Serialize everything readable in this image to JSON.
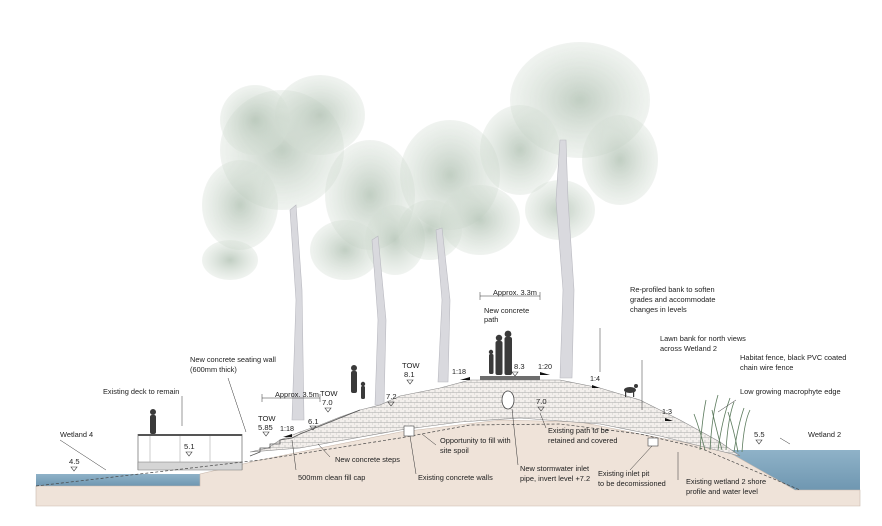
{
  "labels": {
    "wetland4": "Wetland 4",
    "wetland2": "Wetland 2",
    "existing_deck": "Existing deck to remain",
    "seating_wall_1": "New concrete seating wall",
    "seating_wall_2": "(600mm thick)",
    "approx_35": "Approx. 3.5m",
    "approx_33": "Approx. 3.3m",
    "new_path_1": "New concrete",
    "new_path_2": "path",
    "reprofiled_1": "Re-profiled bank to soften",
    "reprofiled_2": "grades and accommodate",
    "reprofiled_3": "changes in levels",
    "lawn_1": "Lawn bank for north views",
    "lawn_2": "across Wetland 2",
    "habitat_1": "Habitat fence, black PVC coated",
    "habitat_2": "chain wire fence",
    "macrophyte": "Low growing macrophyte edge",
    "clean_fill": "500mm clean fill cap",
    "new_steps": "New concrete steps",
    "existing_walls": "Existing concrete walls",
    "site_spoil_1": "Opportunity to fill with",
    "site_spoil_2": "site spoil",
    "stormwater_1": "New stormwater inlet",
    "stormwater_2": "pipe, invert level +7.2",
    "existing_path_1": "Existing path to be",
    "existing_path_2": "retained and covered",
    "inlet_pit_1": "Existing inlet pit",
    "inlet_pit_2": "to be decomissioned",
    "shore_1": "Existing wetland 2 shore",
    "shore_2": "profile and water level"
  },
  "levels": {
    "l45": "4.5",
    "l51": "5.1",
    "l585": "5.85",
    "tow": "TOW",
    "l61": "6.1",
    "l70a": "7.0",
    "l72": "7.2",
    "l81": "8.1",
    "l83": "8.3",
    "l70b": "7.0",
    "l55": "5.5"
  },
  "grades": {
    "g1": "1:18",
    "g2": "1:18",
    "g3": "1:20",
    "g4": "1:4",
    "g5": "1:3"
  },
  "colors": {
    "water": "#7fa6bf",
    "ground": "#efe3d9",
    "mound_hatch": "#9a9a9a",
    "foliage": "#b9c9bb",
    "trunk": "#d8d8dc",
    "figure": "#3a3a3a"
  }
}
